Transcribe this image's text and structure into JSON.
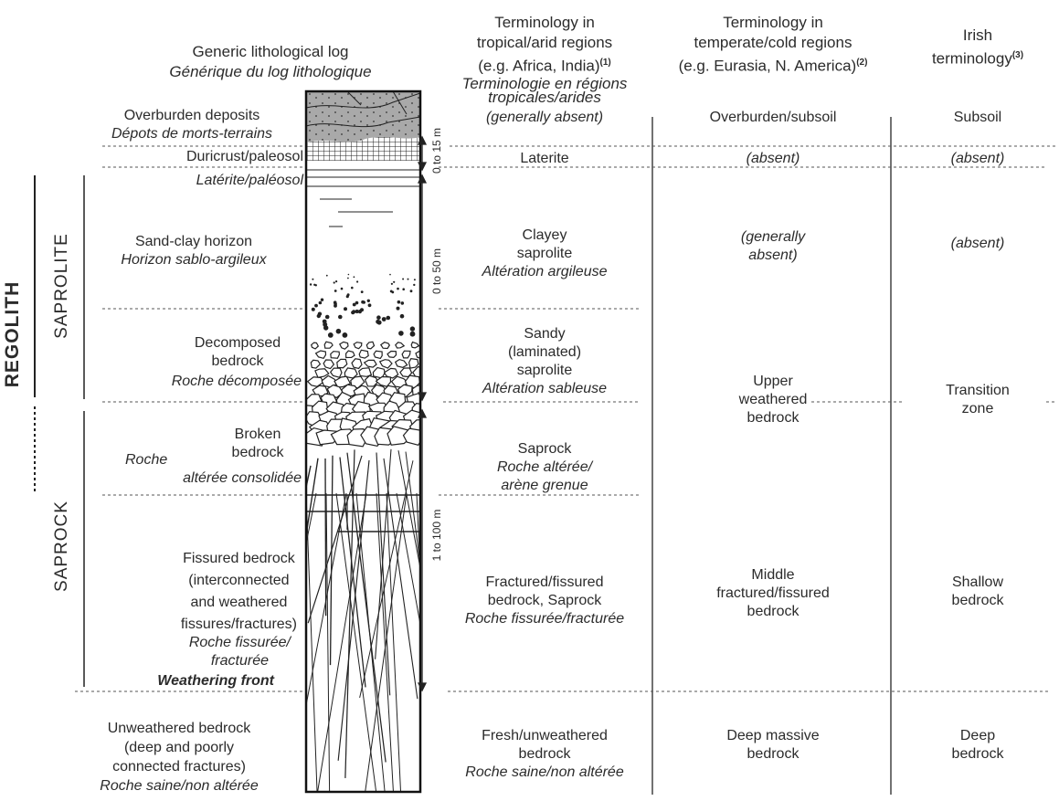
{
  "headers": {
    "log": [
      "Generic lithological log",
      "Générique du log lithologique"
    ],
    "tropical": [
      "Terminology in",
      "tropical/arid regions",
      "(e.g. Africa, India)",
      "(1)",
      "Terminologie en régions",
      "tropicales/arides"
    ],
    "temperate": [
      "Terminology in",
      "temperate/cold regions",
      "(e.g. Eurasia, N. America)",
      "(2)"
    ],
    "irish": [
      "Irish",
      "terminology",
      "(3)"
    ]
  },
  "groups": {
    "regolith": "REGOLITH",
    "saprolite": "SAPROLITE",
    "saprock": "SAPROCK"
  },
  "log_labels": [
    {
      "id": "overburden",
      "en": [
        "Overburden deposits"
      ],
      "fr": [
        "Dépots de morts-terrains"
      ]
    },
    {
      "id": "duricrust",
      "en": [
        "Duricrust/paleosol"
      ],
      "fr": [
        "Latérite/paléosol"
      ]
    },
    {
      "id": "sandclay",
      "en": [
        "Sand-clay horizon"
      ],
      "fr": [
        "Horizon sablo-argileux"
      ]
    },
    {
      "id": "decomposed",
      "en": [
        "Decomposed",
        "bedrock"
      ],
      "fr": [
        "Roche décomposée"
      ]
    },
    {
      "id": "broken",
      "en": [
        "Broken",
        "bedrock"
      ],
      "fr": [
        "Roche",
        "altérée consolidée"
      ]
    },
    {
      "id": "fissured",
      "en": [
        "Fissured bedrock",
        "(interconnected",
        "and weathered",
        "fissures/fractures)"
      ],
      "fr": [
        "Roche fissurée/",
        "fracturée"
      ],
      "bold": "Weathering front"
    },
    {
      "id": "unweathered",
      "en": [
        "Unweathered bedrock",
        "(deep and poorly",
        "connected fractures)"
      ],
      "fr": [
        "Roche saine/non altérée"
      ]
    }
  ],
  "depths": [
    "0 to 15 m",
    "0 to 50 m",
    "1 to 100 m"
  ],
  "tropical_terms": {
    "overburden": "(generally absent)",
    "duricrust": "Laterite",
    "clayey": [
      "Clayey",
      "saprolite"
    ],
    "clayey_fr": "Altération argileuse",
    "sandy": [
      "Sandy",
      "(laminated)",
      "saprolite"
    ],
    "sandy_fr": "Altération sableuse",
    "saprock": "Saprock",
    "saprock_fr": [
      "Roche altérée/",
      "arène grenue"
    ],
    "fractured": [
      "Fractured/fissured",
      "bedrock, Saprock"
    ],
    "fractured_fr": "Roche fissurée/fracturée",
    "fresh": [
      "Fresh/unweathered",
      "bedrock"
    ],
    "fresh_fr": "Roche saine/non altérée"
  },
  "temperate_terms": {
    "overburden": "Overburden/subsoil",
    "duricrust": "(absent)",
    "sandclay": [
      "(generally",
      "absent)"
    ],
    "upper": [
      "Upper",
      "weathered",
      "bedrock"
    ],
    "middle": [
      "Middle",
      "fractured/fissured",
      "bedrock"
    ],
    "deep": [
      "Deep massive",
      "bedrock"
    ]
  },
  "irish_terms": {
    "overburden": "Subsoil",
    "duricrust": "(absent)",
    "sandclay": "(absent)",
    "transition": [
      "Transition",
      "zone"
    ],
    "shallow": [
      "Shallow",
      "bedrock"
    ],
    "deep": [
      "Deep",
      "bedrock"
    ]
  }
}
